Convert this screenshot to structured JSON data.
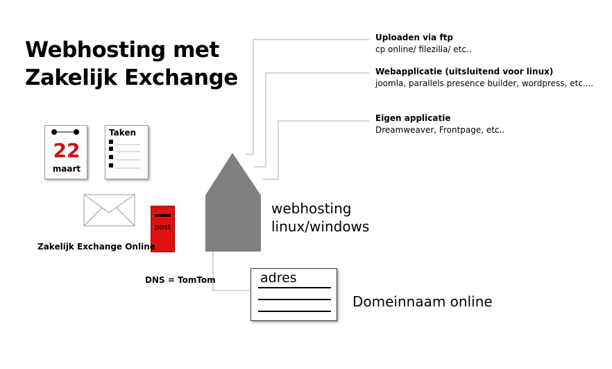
{
  "title": {
    "line1": "Webhosting met",
    "line2": "Zakelijk Exchange"
  },
  "callouts": [
    {
      "heading": "Uploaden via ftp",
      "detail": "cp online/ filezilla/ etc.."
    },
    {
      "heading": "Webapplicatie (uitsluitend voor linux)",
      "detail": "joomla, parallels presence builder, wordpress, etc...."
    },
    {
      "heading": "Eigen applicatie",
      "detail": "Dreamweaver, Frontpage, etc.."
    }
  ],
  "calendar": {
    "day": "22",
    "month": "maart",
    "day_color": "#cc1111"
  },
  "tasks": {
    "title": "Taken"
  },
  "mailbox": {
    "label": "post",
    "color": "#e0110f"
  },
  "exchange_label": "Zakelijk Exchange Online",
  "house": {
    "label_line1": "webhosting",
    "label_line2": "linux/windows",
    "color": "#7f7f7f"
  },
  "dns_label": "DNS = TomTom",
  "address_card": {
    "label": "adres"
  },
  "domain_label": "Domeinnaam online"
}
